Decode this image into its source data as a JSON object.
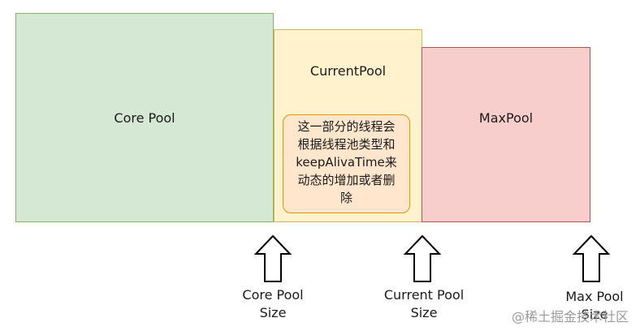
{
  "boxes": {
    "core_pool": "Core Pool",
    "current_pool": "CurrentPool",
    "max_pool": "MaxPool"
  },
  "note": {
    "lines": [
      "这一部分的线程会",
      "根据线程池类型和",
      "keepAlivaTime来",
      "动态的增加或者删",
      "除"
    ]
  },
  "markers": [
    {
      "line1": "Core Pool",
      "line2": "Size"
    },
    {
      "line1": "Current Pool",
      "line2": "Size"
    },
    {
      "line1": "Max Pool",
      "line2": "Size"
    }
  ],
  "watermark": "@稀土掘金技术社区",
  "colors": {
    "core_fill": "#d5e8d4",
    "core_stroke": "#82b366",
    "current_fill": "#fff2cc",
    "current_stroke": "#d6b656",
    "max_fill": "#f8cecc",
    "max_stroke": "#b85450",
    "note_fill": "#ffe6cc",
    "note_stroke": "#d79b00"
  }
}
